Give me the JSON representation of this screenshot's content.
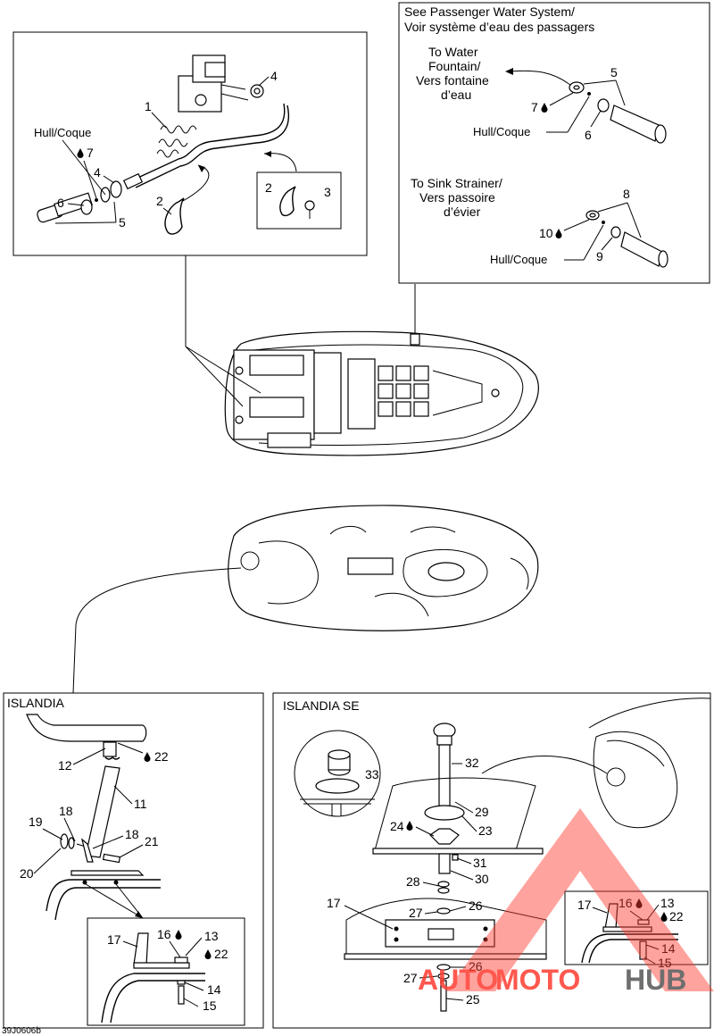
{
  "panels": {
    "passenger": {
      "title_line1": "See Passenger Water System/",
      "title_line2": "Voir système d’eau des passagers",
      "fountain_line1": "To Water",
      "fountain_line2": "Fountain/",
      "fountain_line3": "Vers fontaine",
      "fountain_line4": "d’eau",
      "sink_line1": "To Sink Strainer/",
      "sink_line2": "Vers passoire",
      "sink_line3": "d’évier",
      "hull_a": "Hull/Coque",
      "hull_b": "Hull/Coque"
    },
    "drain": {
      "hull": "Hull/Coque"
    },
    "islandia": {
      "title": "ISLANDIA"
    },
    "islandia_se": {
      "title": "ISLANDIA SE"
    }
  },
  "callouts": {
    "c1": "1",
    "c2a": "2",
    "c2b": "2",
    "c3": "3",
    "c4a": "4",
    "c4b": "4",
    "c5a": "5",
    "c5b": "5",
    "c6a": "6",
    "c6b": "6",
    "c7a": "7",
    "c7b": "7",
    "c8": "8",
    "c9": "9",
    "c10": "10",
    "i11": "11",
    "i12": "12",
    "i13": "13",
    "i14": "14",
    "i15": "15",
    "i16": "16",
    "i17": "17",
    "i18a": "18",
    "i18b": "18",
    "i19": "19",
    "i20": "20",
    "i21": "21",
    "i22a": "22",
    "i22b": "22",
    "s13": "13",
    "s14": "14",
    "s15": "15",
    "s16": "16",
    "s17a": "17",
    "s17b": "17",
    "s22": "22",
    "s23": "23",
    "s24": "24",
    "s25": "25",
    "s26a": "26",
    "s26b": "26",
    "s27a": "27",
    "s27b": "27",
    "s28": "28",
    "s29": "29",
    "s30": "30",
    "s31": "31",
    "s32": "32",
    "s33": "33"
  },
  "figure_code": "39J0606b",
  "watermark": {
    "text_a": "AUTO",
    "text_b": "MOTO",
    "text_c": "HUB"
  },
  "colors": {
    "line": "#000000",
    "watermark_red": "#ff3b30",
    "watermark_gray": "#555555"
  }
}
